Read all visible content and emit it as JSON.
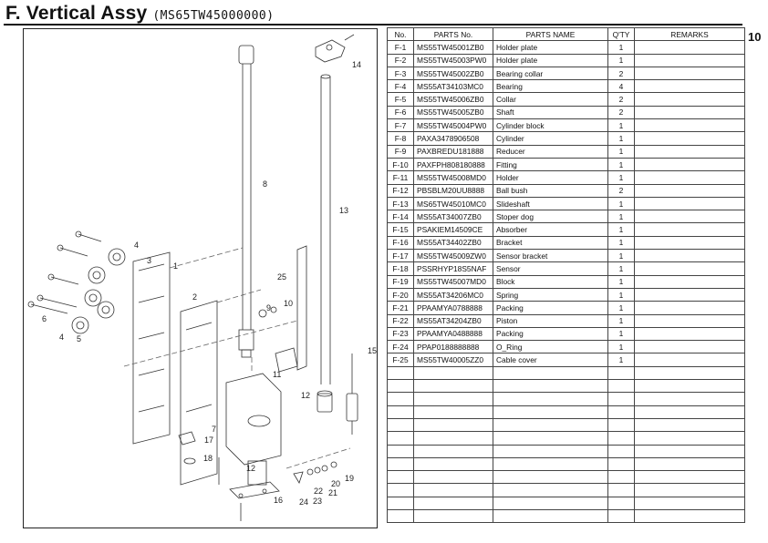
{
  "header": {
    "title": "F. Vertical Assy",
    "code": "(MS65TW45000000)",
    "page_number": "10"
  },
  "table": {
    "columns": [
      "No.",
      "PARTS No.",
      "PARTS NAME",
      "Q'TY",
      "REMARKS"
    ],
    "rows": [
      {
        "no": "F-1",
        "part_no": "MS55TW45001ZB0",
        "name": "Holder plate",
        "qty": "1",
        "remarks": ""
      },
      {
        "no": "F-2",
        "part_no": "MS55TW45003PW0",
        "name": "Holder plate",
        "qty": "1",
        "remarks": ""
      },
      {
        "no": "F-3",
        "part_no": "MS55TW45002ZB0",
        "name": "Bearing collar",
        "qty": "2",
        "remarks": ""
      },
      {
        "no": "F-4",
        "part_no": "MS55AT34103MC0",
        "name": "Bearing",
        "qty": "4",
        "remarks": ""
      },
      {
        "no": "F-5",
        "part_no": "MS55TW45006ZB0",
        "name": "Collar",
        "qty": "2",
        "remarks": ""
      },
      {
        "no": "F-6",
        "part_no": "MS55TW45005ZB0",
        "name": "Shaft",
        "qty": "2",
        "remarks": ""
      },
      {
        "no": "F-7",
        "part_no": "MS55TW45004PW0",
        "name": "Cylinder block",
        "qty": "1",
        "remarks": ""
      },
      {
        "no": "F-8",
        "part_no": "PAXA3478906508",
        "name": "Cylinder",
        "qty": "1",
        "remarks": ""
      },
      {
        "no": "F-9",
        "part_no": "PAXBREDU181888",
        "name": "Reducer",
        "qty": "1",
        "remarks": ""
      },
      {
        "no": "F-10",
        "part_no": "PAXFPH808180888",
        "name": "Fitting",
        "qty": "1",
        "remarks": ""
      },
      {
        "no": "F-11",
        "part_no": "MS55TW45008MD0",
        "name": "Holder",
        "qty": "1",
        "remarks": ""
      },
      {
        "no": "F-12",
        "part_no": "PBSBLM20UU8888",
        "name": "Ball bush",
        "qty": "2",
        "remarks": ""
      },
      {
        "no": "F-13",
        "part_no": "MS65TW45010MC0",
        "name": "Slideshaft",
        "qty": "1",
        "remarks": ""
      },
      {
        "no": "F-14",
        "part_no": "MS55AT34007ZB0",
        "name": "Stoper dog",
        "qty": "1",
        "remarks": ""
      },
      {
        "no": "F-15",
        "part_no": "PSAKIEM14509CE",
        "name": "Absorber",
        "qty": "1",
        "remarks": ""
      },
      {
        "no": "F-16",
        "part_no": "MS55AT34402ZB0",
        "name": "Bracket",
        "qty": "1",
        "remarks": ""
      },
      {
        "no": "F-17",
        "part_no": "MS55TW45009ZW0",
        "name": "Sensor bracket",
        "qty": "1",
        "remarks": ""
      },
      {
        "no": "F-18",
        "part_no": "PSSRHYP18S5NAF",
        "name": "Sensor",
        "qty": "1",
        "remarks": ""
      },
      {
        "no": "F-19",
        "part_no": "MS55TW45007MD0",
        "name": "Block",
        "qty": "1",
        "remarks": ""
      },
      {
        "no": "F-20",
        "part_no": "MS55AT34206MC0",
        "name": "Spring",
        "qty": "1",
        "remarks": ""
      },
      {
        "no": "F-21",
        "part_no": "PPAAMYA0788888",
        "name": "Packing",
        "qty": "1",
        "remarks": ""
      },
      {
        "no": "F-22",
        "part_no": "MS55AT34204ZB0",
        "name": "Piston",
        "qty": "1",
        "remarks": ""
      },
      {
        "no": "F-23",
        "part_no": "PPAAMYA0488888",
        "name": "Packing",
        "qty": "1",
        "remarks": ""
      },
      {
        "no": "F-24",
        "part_no": "PPAP0188888888",
        "name": "O_Ring",
        "qty": "1",
        "remarks": ""
      },
      {
        "no": "F-25",
        "part_no": "MS55TW40005ZZ0",
        "name": "Cable cover",
        "qty": "1",
        "remarks": ""
      },
      {
        "no": "",
        "part_no": "",
        "name": "",
        "qty": "",
        "remarks": ""
      },
      {
        "no": "",
        "part_no": "",
        "name": "",
        "qty": "",
        "remarks": ""
      },
      {
        "no": "",
        "part_no": "",
        "name": "",
        "qty": "",
        "remarks": ""
      },
      {
        "no": "",
        "part_no": "",
        "name": "",
        "qty": "",
        "remarks": ""
      },
      {
        "no": "",
        "part_no": "",
        "name": "",
        "qty": "",
        "remarks": ""
      },
      {
        "no": "",
        "part_no": "",
        "name": "",
        "qty": "",
        "remarks": ""
      },
      {
        "no": "",
        "part_no": "",
        "name": "",
        "qty": "",
        "remarks": ""
      },
      {
        "no": "",
        "part_no": "",
        "name": "",
        "qty": "",
        "remarks": ""
      },
      {
        "no": "",
        "part_no": "",
        "name": "",
        "qty": "",
        "remarks": ""
      },
      {
        "no": "",
        "part_no": "",
        "name": "",
        "qty": "",
        "remarks": ""
      },
      {
        "no": "",
        "part_no": "",
        "name": "",
        "qty": "",
        "remarks": ""
      },
      {
        "no": "",
        "part_no": "",
        "name": "",
        "qty": "",
        "remarks": ""
      }
    ]
  },
  "diagram": {
    "callouts": [
      "1",
      "2",
      "3",
      "4",
      "4",
      "5",
      "6",
      "7",
      "8",
      "9",
      "10",
      "11",
      "12",
      "12",
      "13",
      "14",
      "15",
      "16",
      "17",
      "18",
      "19",
      "20",
      "21",
      "22",
      "23",
      "24",
      "25"
    ]
  }
}
